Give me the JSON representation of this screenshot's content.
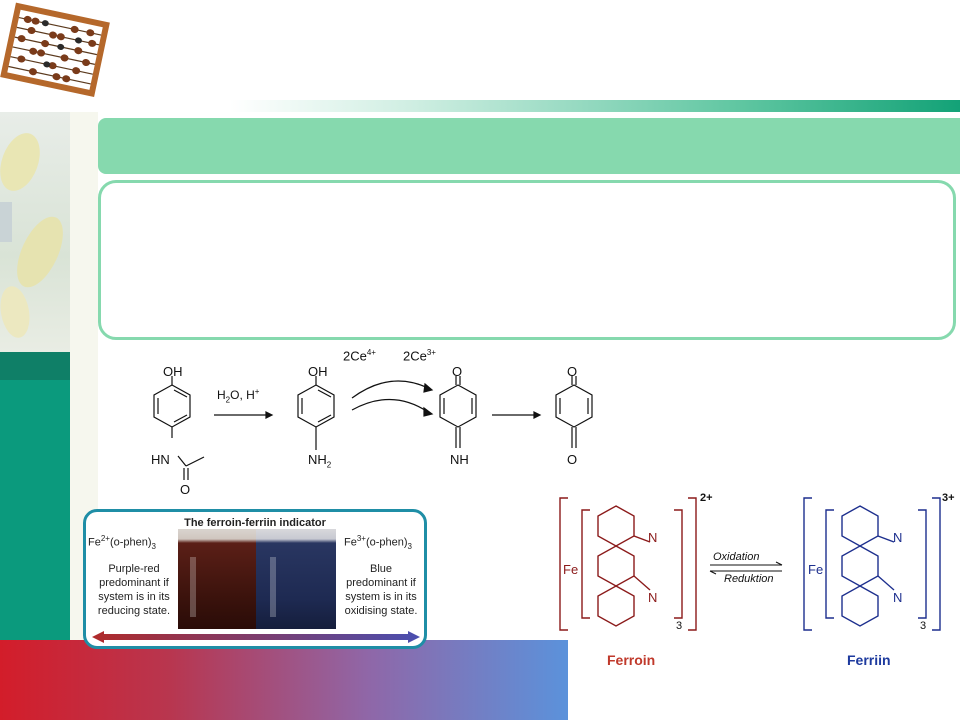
{
  "reaction": {
    "oh": "OH",
    "hn": "HN",
    "o": "O",
    "nh2": "NH",
    "nh2_sub": "2",
    "nh": "NH",
    "reagent_water": "H",
    "reagent_water_sub": "2",
    "reagent_water_rest": "O, H",
    "reagent_h_sup": "+",
    "ce4": "2Ce",
    "ce4_sup": "4+",
    "ce3": "2Ce",
    "ce3_sup": "3+"
  },
  "indicator": {
    "title": "The ferroin-ferriin indicator",
    "fe2_base": "Fe",
    "fe2_sup": "2+",
    "fe2_rest": "(o-phen)",
    "fe2_sub": "3",
    "fe3_base": "Fe",
    "fe3_sup": "3+",
    "fe3_rest": "(o-phen)",
    "fe3_sub": "3",
    "red_desc": "Purple-red predominant if system is in its reducing state.",
    "blue_desc": "Blue predominant if system is in its oxidising state."
  },
  "complexes": {
    "ferroin": {
      "metal": "Fe",
      "charge": "2+",
      "count": "3",
      "n": "N",
      "name": "Ferroin",
      "color": "#8b1a1a"
    },
    "ferriin": {
      "metal": "Fe",
      "charge": "3+",
      "count": "3",
      "n": "N",
      "name": "Ferriin",
      "color": "#1d2f8e"
    },
    "oxidation": "Oxidation",
    "reduktion": "Reduktion"
  },
  "colors": {
    "title_bar": "#86d9ae",
    "box_border": "#86d9ae",
    "indicator_border": "#1f8ea6"
  }
}
